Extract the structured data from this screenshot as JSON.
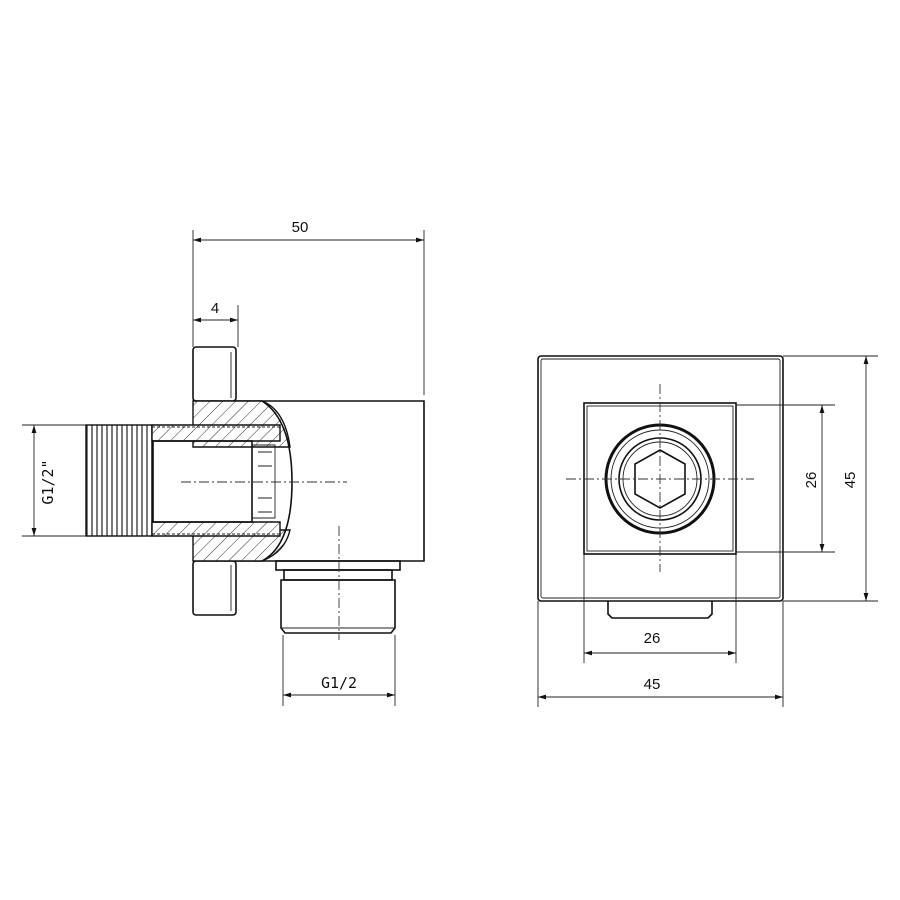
{
  "side_view": {
    "dim_overall_length": "50",
    "dim_flange_thickness": "4",
    "dim_inlet_thread": "G1/2\"",
    "dim_outlet_thread": "G1/2"
  },
  "front_view": {
    "dim_inner_height": "26",
    "dim_outer_height": "45",
    "dim_inner_width": "26",
    "dim_outer_width": "45"
  }
}
